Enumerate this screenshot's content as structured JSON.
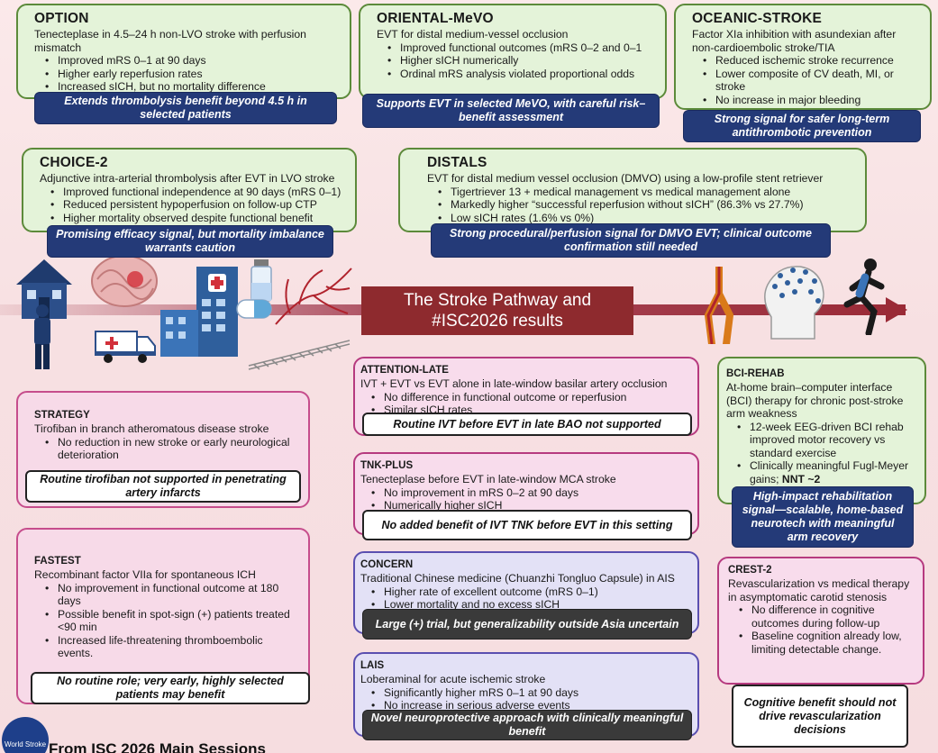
{
  "pathway": {
    "line1": "The Stroke Pathway and",
    "line2": "#ISC2026 results"
  },
  "colors": {
    "green_border": "#5c8a3a",
    "green_bg": "#e4f3d9",
    "navy": "#243a78",
    "pink_bg": "#f8dcec",
    "lavender_bg": "#e3e1f6",
    "dark_banner": "#3a3a3a",
    "pathway_red": "#8e2a2e"
  },
  "option": {
    "title": "OPTION",
    "desc": "Tenecteplase in 4.5–24 h non-LVO stroke with perfusion mismatch",
    "bullets": [
      "Improved mRS 0–1 at 90 days",
      "Higher early reperfusion rates",
      "Increased sICH, but no mortality difference"
    ],
    "banner": "Extends thrombolysis benefit beyond 4.5 h in selected patients"
  },
  "oriental": {
    "title": "ORIENTAL-MeVO",
    "desc": "EVT for distal medium-vessel occlusion",
    "bullets": [
      "Improved functional outcomes (mRS 0–2 and 0–1",
      "Higher sICH numerically",
      "Ordinal mRS analysis violated proportional odds"
    ],
    "banner": "Supports EVT in selected MeVO, with careful risk–benefit assessment"
  },
  "oceanic": {
    "title": "OCEANIC-STROKE",
    "desc": "Factor XIa inhibition with asundexian after non-cardioembolic stroke/TIA",
    "bullets": [
      "Reduced ischemic stroke recurrence",
      "Lower composite of CV death, MI, or stroke",
      "No increase in major bleeding"
    ],
    "banner": "Strong signal for safer long-term antithrombotic prevention"
  },
  "choice2": {
    "title": "CHOICE-2",
    "desc": "Adjunctive intra-arterial thrombolysis after EVT in LVO stroke",
    "bullets": [
      "Improved functional independence at 90 days (mRS 0–1)",
      "Reduced persistent hypoperfusion on follow-up CTP",
      "Higher mortality observed despite functional benefit"
    ],
    "banner": "Promising efficacy signal, but mortality imbalance warrants caution"
  },
  "distals": {
    "title": "DISTALS",
    "desc": "EVT for distal medium vessel occlusion (DMVO) using a low-profile stent retriever",
    "bullets": [
      "Tigertriever 13 + medical management vs medical management alone",
      "Markedly higher “successful reperfusion without sICH” (86.3% vs 27.7%)",
      "Low sICH rates (1.6% vs 0%)"
    ],
    "banner": "Strong procedural/perfusion signal for DMVO EVT; clinical outcome confirmation still needed"
  },
  "attention": {
    "title": "ATTENTION-LATE",
    "desc": "IVT + EVT vs EVT alone in late-window basilar artery occlusion",
    "bullets": [
      "No difference in functional outcome or reperfusion",
      "Similar sICH rates"
    ],
    "banner": "Routine IVT before EVT in late BAO not supported"
  },
  "tnk": {
    "title": "TNK-PLUS",
    "desc": "Tenecteplase before EVT in late-window MCA stroke",
    "bullets": [
      "No improvement in mRS 0–2 at 90 days",
      "Numerically higher sICH"
    ],
    "banner": "No added benefit of IVT TNK before EVT in this setting"
  },
  "concern": {
    "title": "CONCERN",
    "desc": "Traditional Chinese medicine (Chuanzhi Tongluo Capsule) in AIS",
    "bullets": [
      "Higher rate of excellent outcome (mRS 0–1)",
      "Lower mortality and no excess sICH"
    ],
    "banner": "Large (+) trial, but generalizability outside Asia uncertain"
  },
  "lais": {
    "title": "LAIS",
    "desc": "Loberaminal for acute ischemic stroke",
    "bullets": [
      "Significantly higher mRS 0–1 at 90 days",
      "No increase in serious adverse events"
    ],
    "banner": "Novel neuroprotective approach with clinically meaningful benefit"
  },
  "strategy": {
    "title": "STRATEGY",
    "desc": "Tirofiban in branch atheromatous disease stroke",
    "bullets": [
      "No reduction in new stroke or early neurological deterioration"
    ],
    "banner": "Routine tirofiban not supported in penetrating artery infarcts"
  },
  "fastest": {
    "title": "FASTEST",
    "desc": "Recombinant factor VIIa for spontaneous ICH",
    "bullets": [
      "No improvement in functional outcome at 180 days",
      "Possible benefit in spot-sign (+) patients treated <90 min",
      "Increased life-threatening thromboembolic events."
    ],
    "banner": "No routine role; very early, highly selected patients may benefit"
  },
  "bci": {
    "title": "BCI-REHAB",
    "desc": "At-home brain–computer interface (BCI) therapy for chronic post-stroke arm weakness",
    "bullet1": "12-week EEG-driven BCI rehab improved motor recovery vs standard exercise",
    "bullet2": "Clinically meaningful Fugl-Meyer gains;",
    "bullet2_bold": "NNT ~2",
    "banner": "High-impact rehabilitation signal—scalable, home-based neurotech with meaningful arm recovery"
  },
  "crest": {
    "title": "CREST-2",
    "desc": "Revascularization vs medical therapy in asymptomatic carotid stenosis",
    "bullets": [
      "No difference in cognitive outcomes during follow-up",
      "Baseline cognition already low, limiting detectable change."
    ],
    "banner": "Cognitive benefit should not drive revascularization decisions"
  },
  "footer": {
    "text": "From ISC 2026 Main Sessions",
    "logo": "World Stroke"
  }
}
